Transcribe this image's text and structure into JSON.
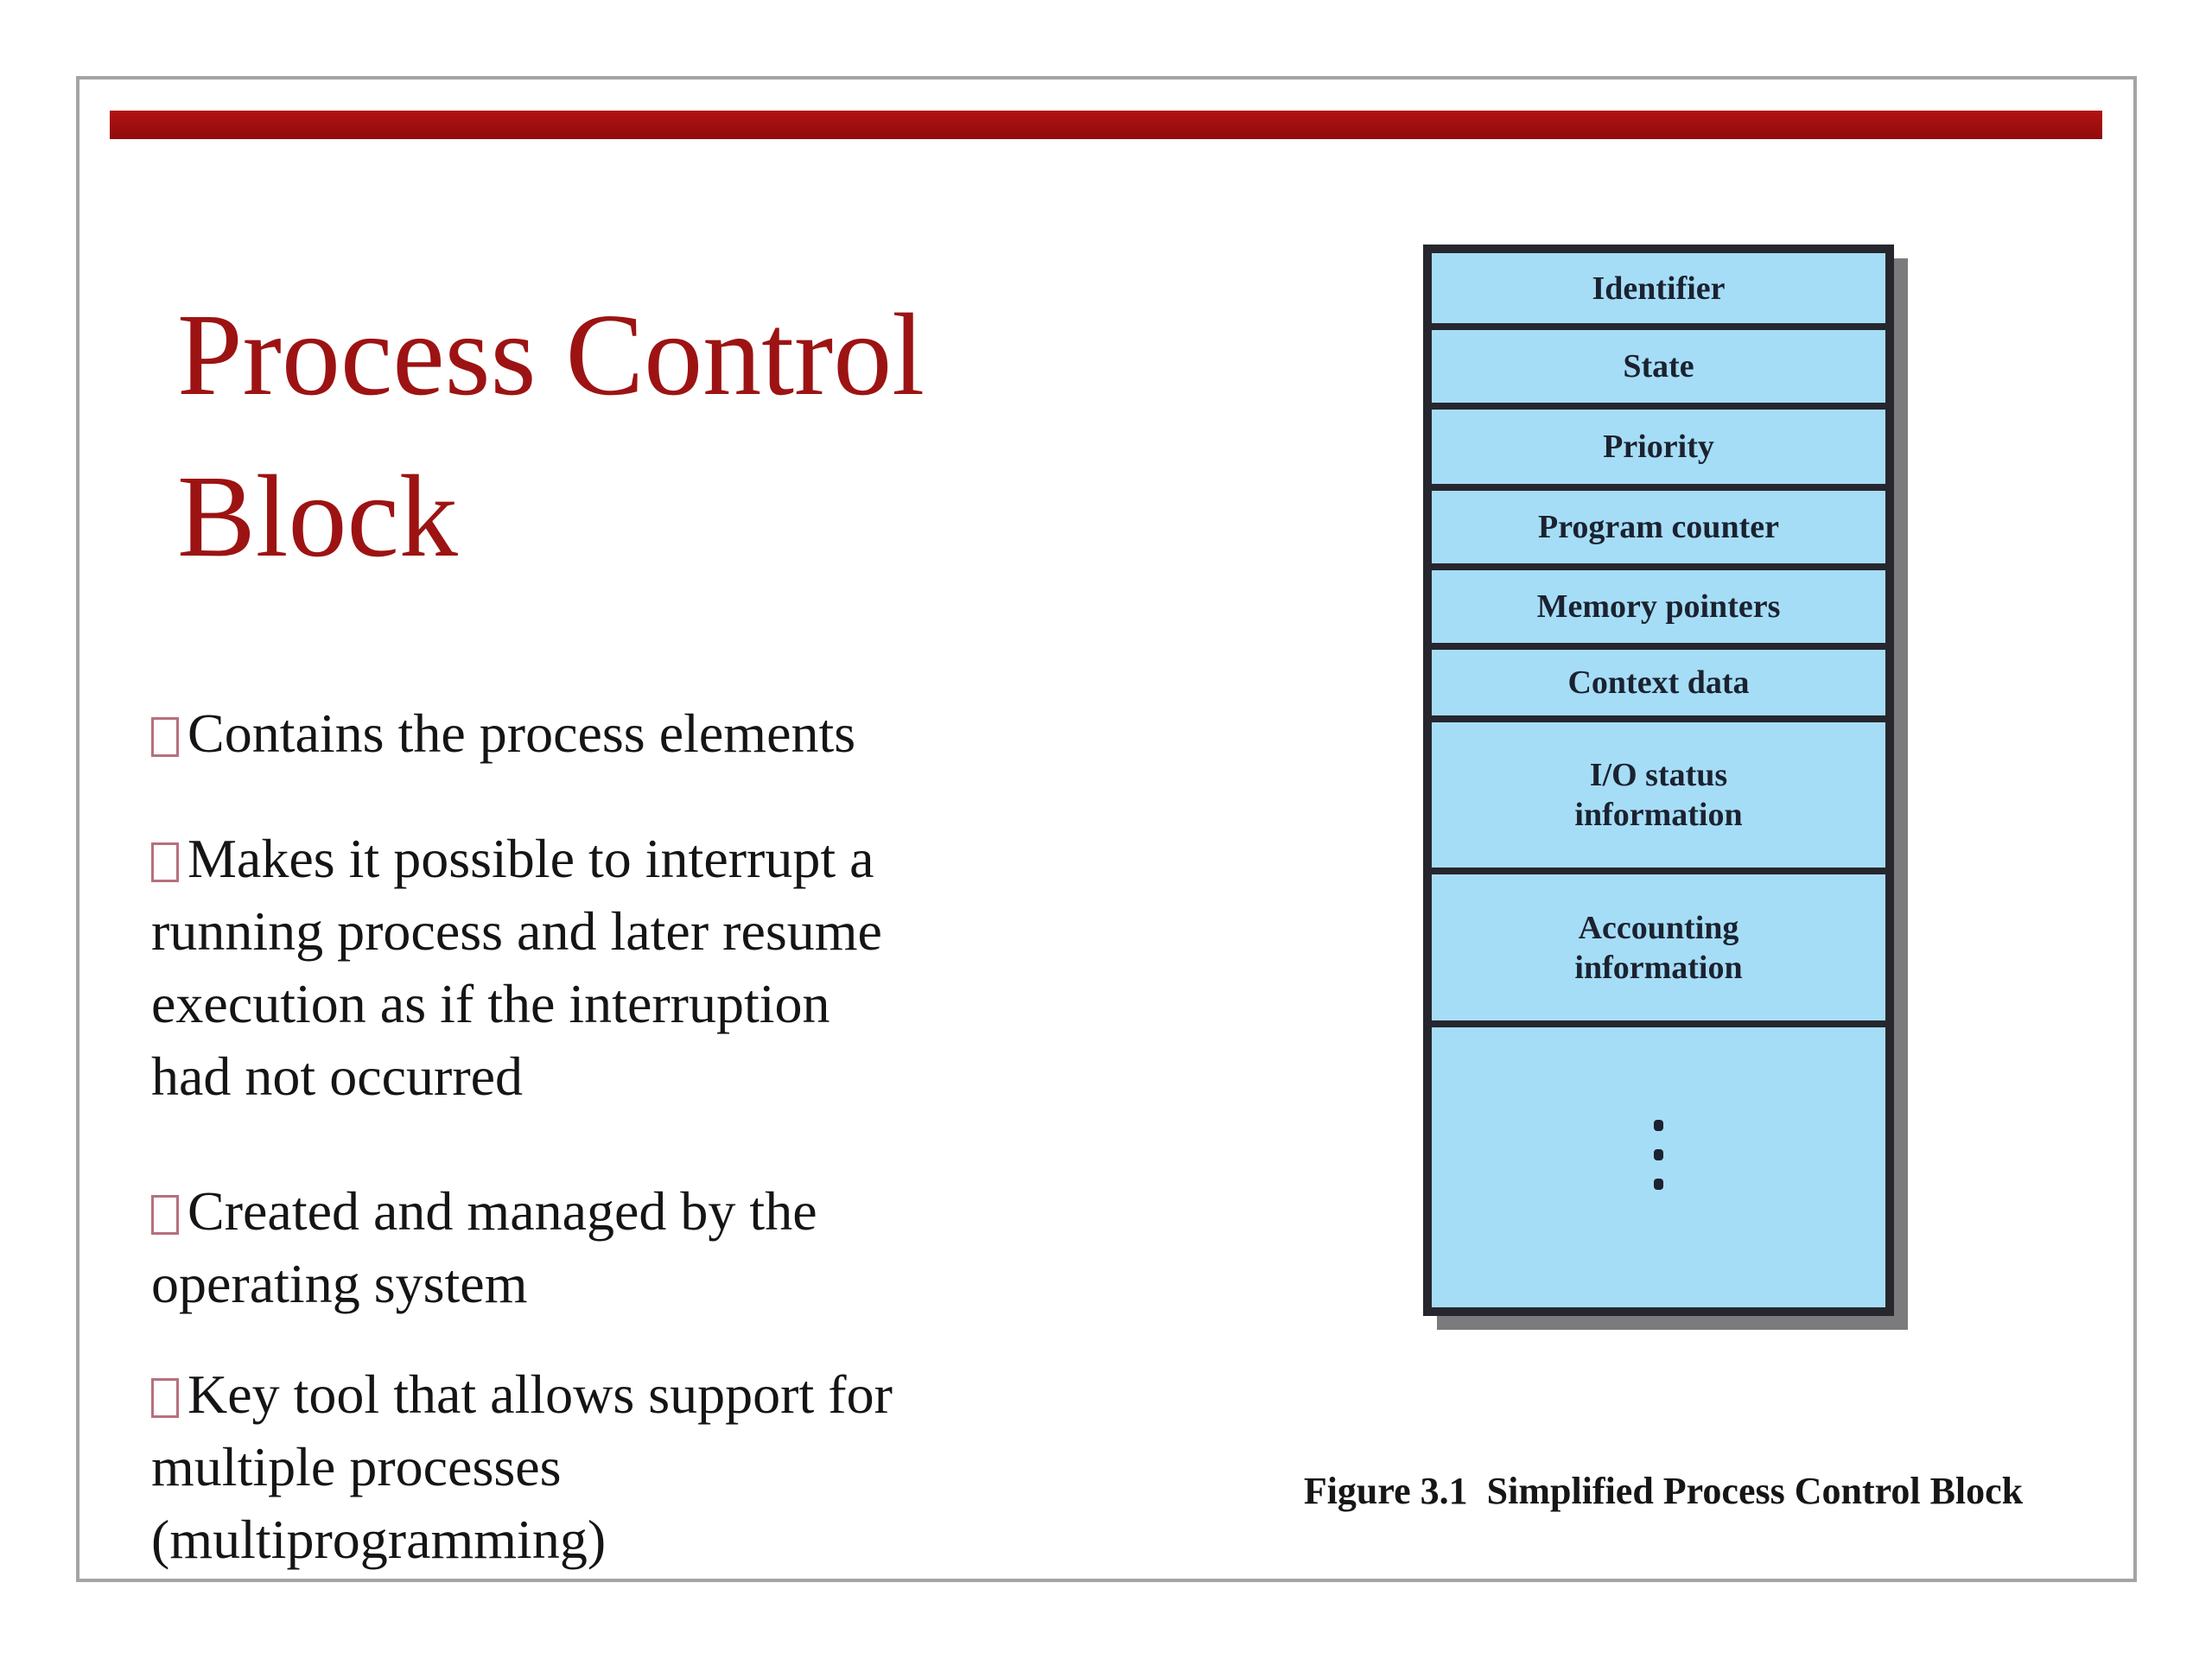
{
  "slide": {
    "title": "Process Control\nBlock",
    "bullets": [
      "Contains the process elements",
      "Makes it possible to interrupt a\nrunning process and later resume\nexecution as if the interruption\nhad not occurred",
      "Created and managed by the\noperating system",
      "Key tool that allows support for\nmultiple processes\n(multiprogramming)"
    ]
  },
  "diagram": {
    "cells": [
      "Identifier",
      "State",
      "Priority",
      "Program counter",
      "Memory pointers",
      "Context data",
      "I/O status\ninformation",
      "Accounting\ninformation"
    ],
    "last_cell_symbol": "vertical-ellipsis",
    "caption": "Figure 3.1  Simplified Process Control Block"
  },
  "colors": {
    "accent_bar": "#a80d0d",
    "title_text": "#9d1313",
    "body_text": "#151515",
    "bullet_marker_border": "#b8707c",
    "diagram_fill": "#a6ddf6",
    "diagram_border": "#26262e",
    "diagram_shadow": "#7b7b7d",
    "diagram_label_text": "#1b2230",
    "slide_frame_border": "#a4a4a4"
  }
}
